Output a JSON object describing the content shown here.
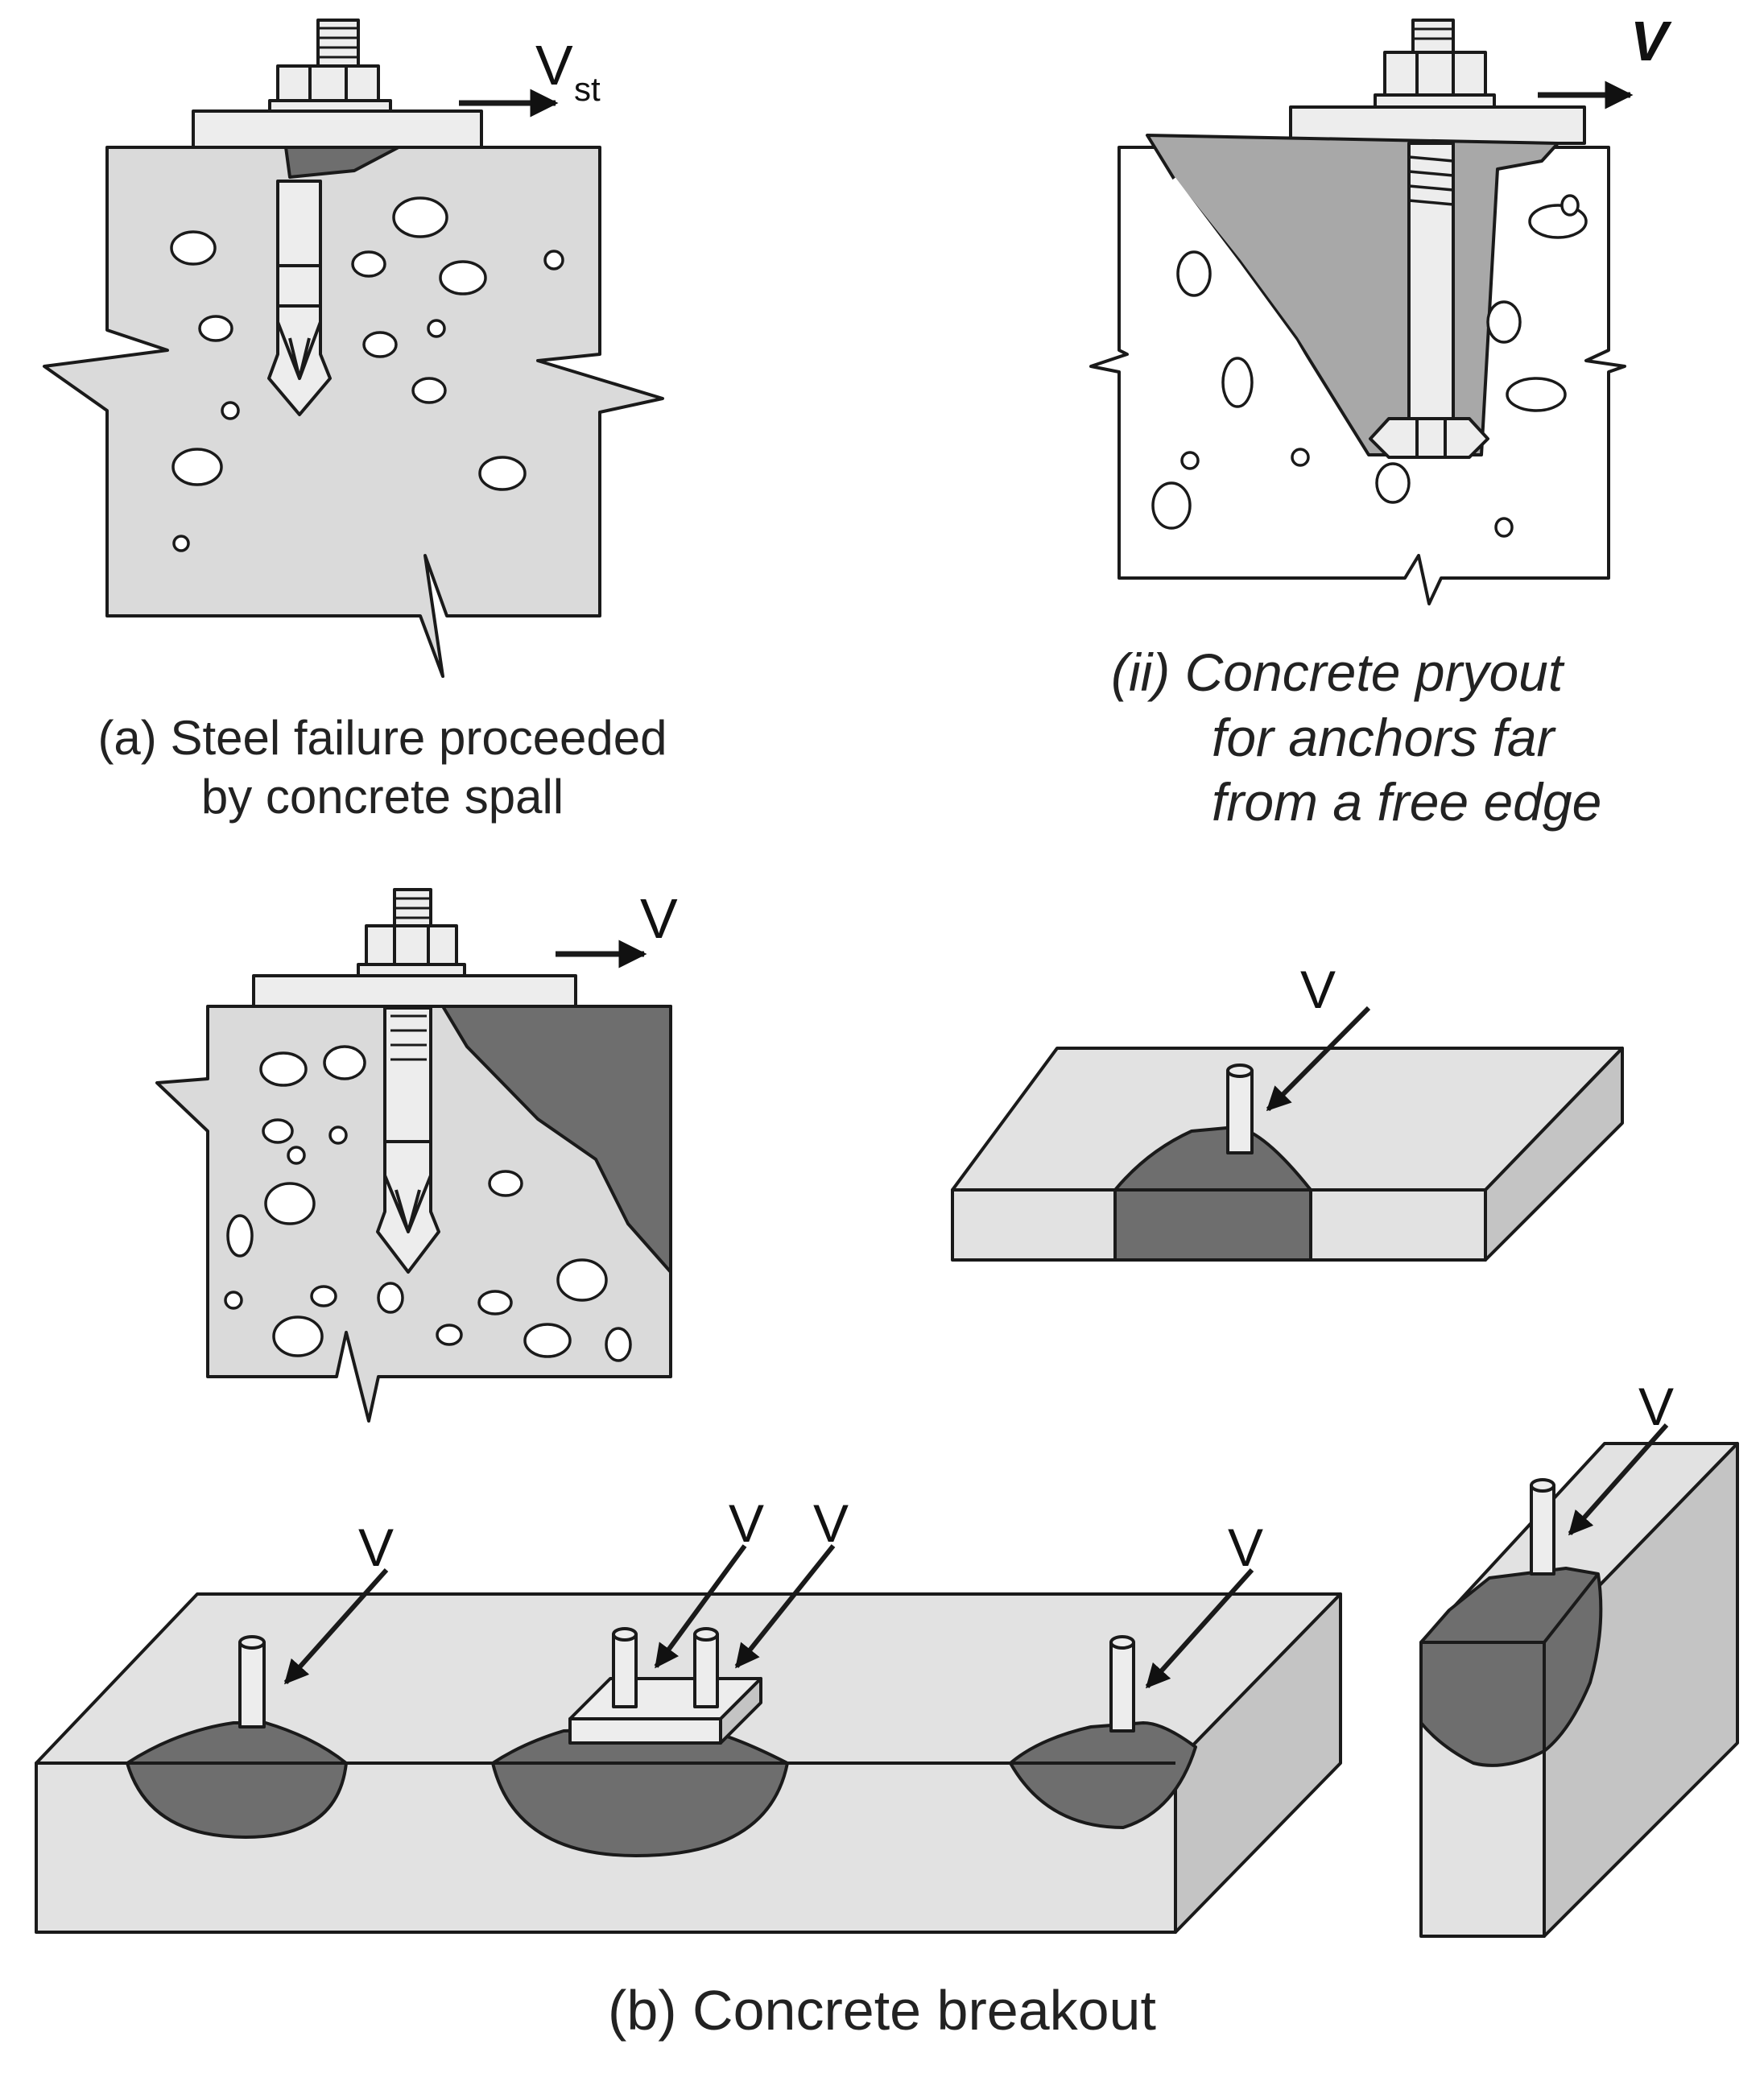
{
  "labels": {
    "v_st_main": "V",
    "v_st_sub": "st",
    "v_pryout": "V",
    "v_side": "V",
    "v_slab_edge": "V",
    "v_long_left": "V",
    "v_long_mid_a": "V",
    "v_long_mid_b": "V",
    "v_long_right": "V",
    "v_corner": "V"
  },
  "captions": {
    "a_line1": "(a) Steel failure proceeded",
    "a_line2": "by concrete spall",
    "ii_line1": "(ii) Concrete pryout",
    "ii_line2": "for anchors far",
    "ii_line3": "from a free edge",
    "b": "(b) Concrete breakout"
  },
  "colors": {
    "concrete": "#dadada",
    "concrete_side": "#c4c4c4",
    "concrete_dark_side": "#a8a8a8",
    "breakout": "#6e6e6e",
    "steel": "#ededed",
    "stroke": "#1a1a1a"
  }
}
